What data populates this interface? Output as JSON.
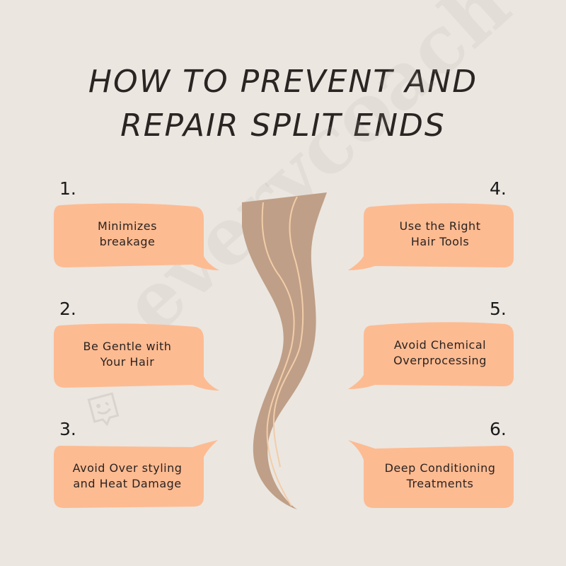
{
  "title": {
    "line1": "HOW TO PREVENT AND",
    "line2": "REPAIR SPLIT ENDS"
  },
  "watermark": {
    "text": "everycoach",
    "icon": "smiley-chat-icon"
  },
  "colors": {
    "background": "#ebe6e0",
    "bubble": "#fdbb92",
    "hair": "#bf9f87",
    "hair_highlight": "#f2cda9",
    "text": "#2b2320"
  },
  "tips": [
    {
      "number": "1.",
      "line1": "Minimizes",
      "line2": "breakage"
    },
    {
      "number": "2.",
      "line1": "Be Gentle with",
      "line2": "Your Hair"
    },
    {
      "number": "3.",
      "line1": "Avoid Over styling",
      "line2": "and Heat Damage"
    },
    {
      "number": "4.",
      "line1": "Use the Right",
      "line2": "Hair Tools"
    },
    {
      "number": "5.",
      "line1": "Avoid Chemical",
      "line2": "Overprocessing"
    },
    {
      "number": "6.",
      "line1": "Deep Conditioning",
      "line2": "Treatments"
    }
  ]
}
